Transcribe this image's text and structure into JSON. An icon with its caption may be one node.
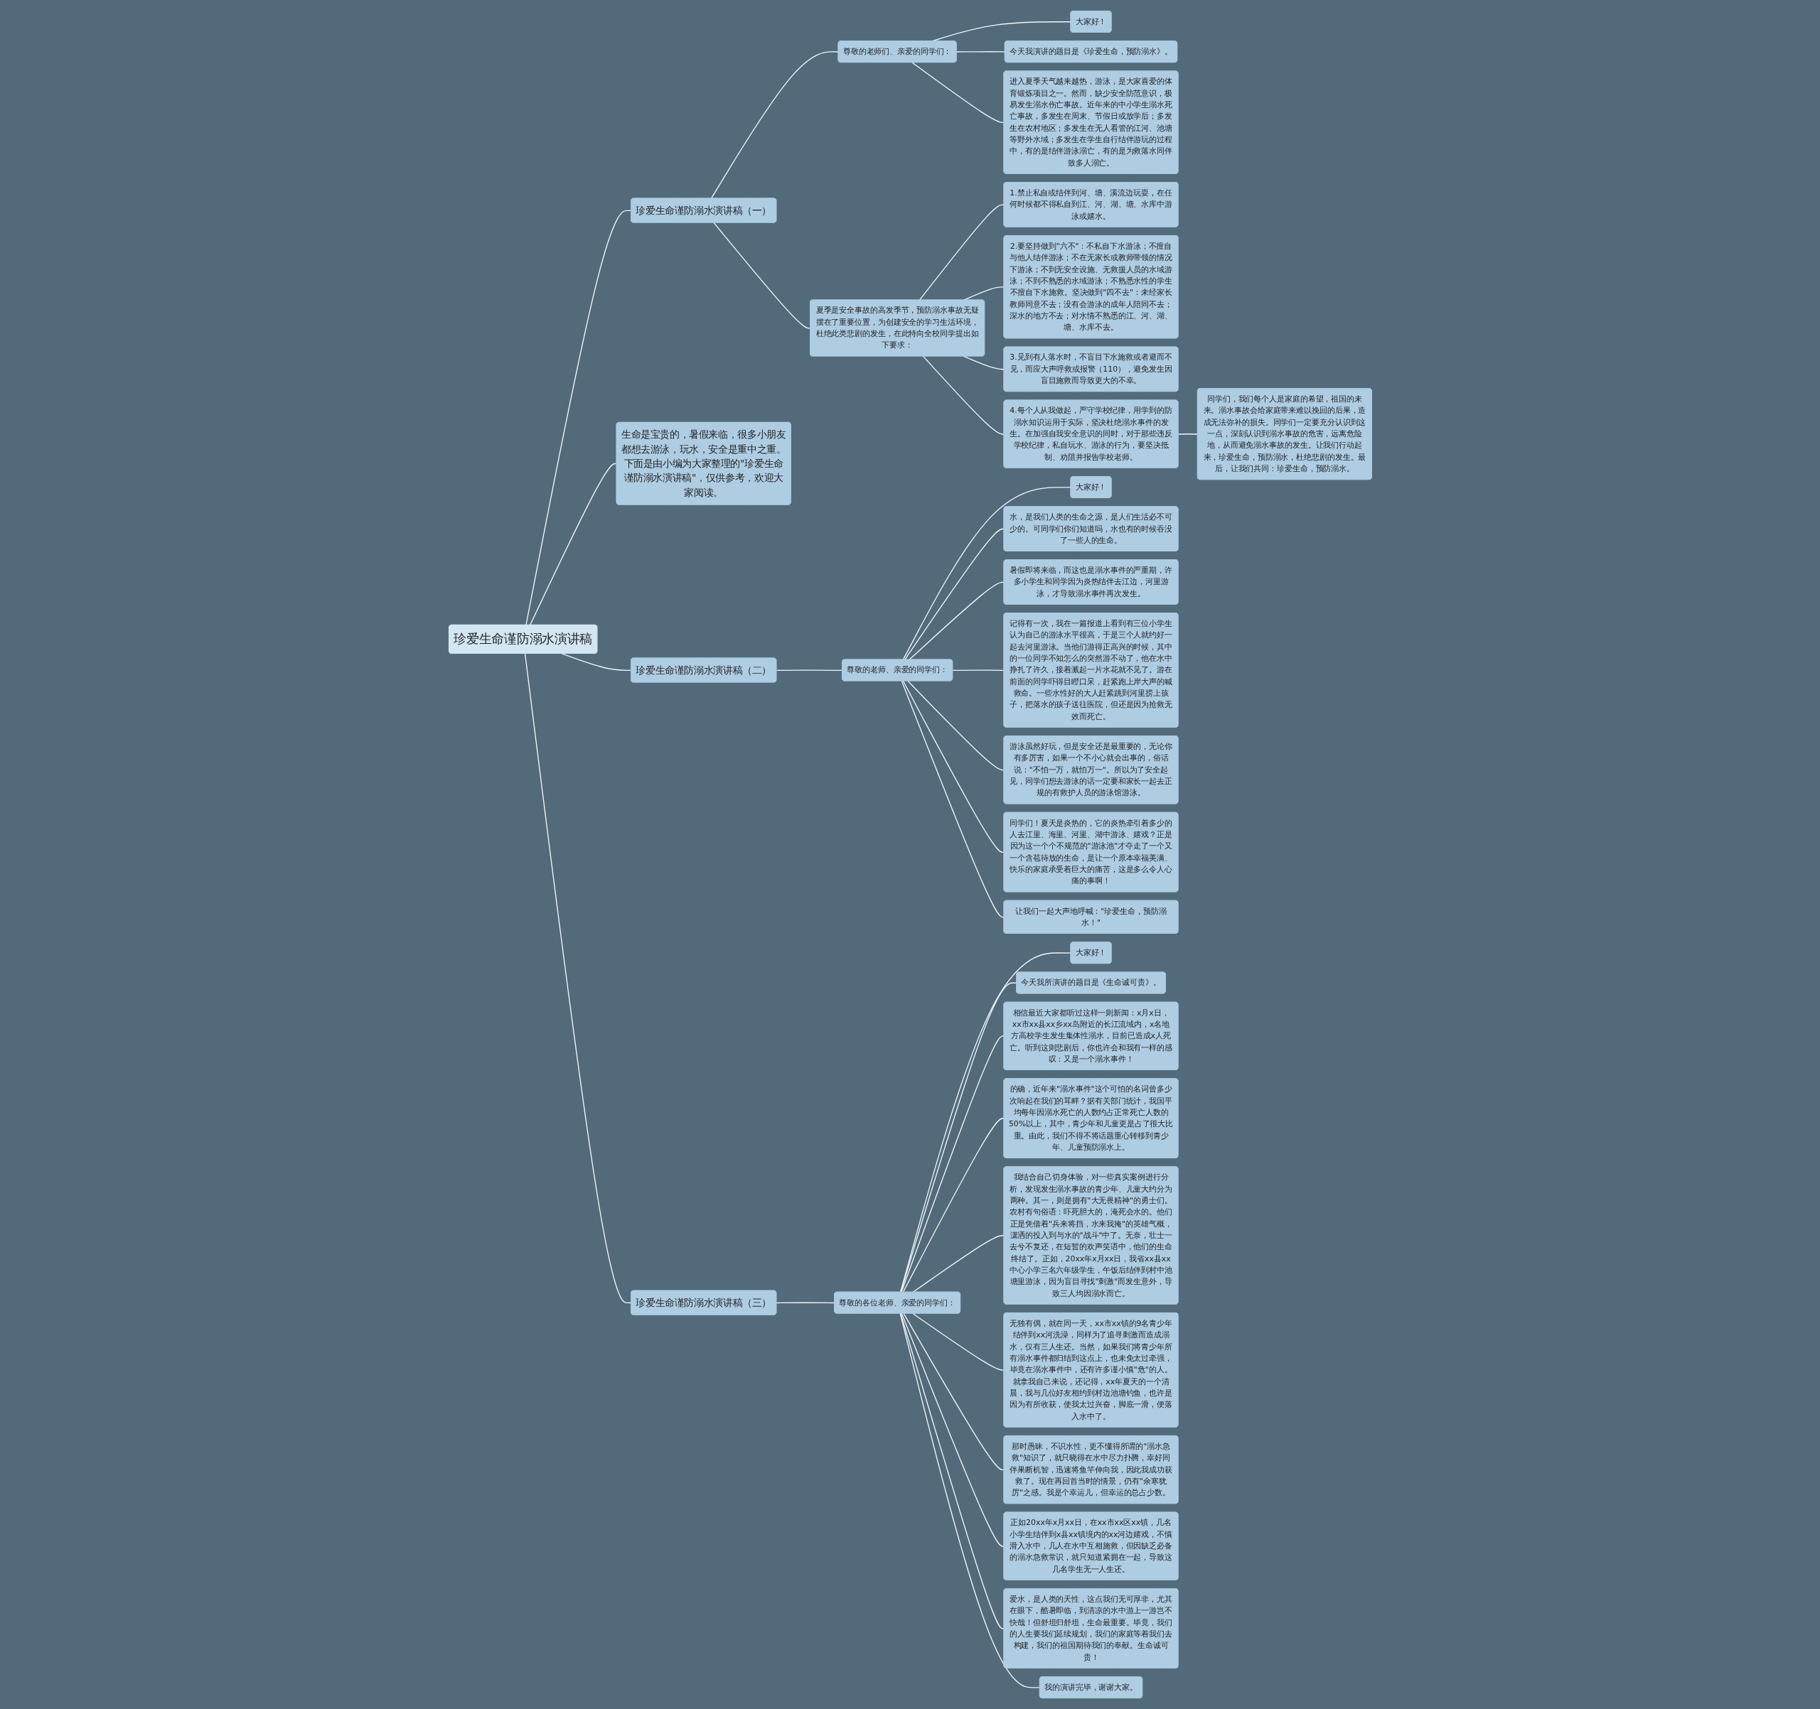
{
  "diagram": {
    "nodes": [
      {
        "text": [
          "珍爱生命谨防溺水演讲稿"
        ]
      },
      {
        "text": [
          "珍爱生命谨防溺水演讲稿（一）"
        ]
      },
      {
        "text": [
          "尊敬的老师们、亲爱的同学们："
        ]
      },
      {
        "text": [
          "大家好！"
        ]
      },
      {
        "text": [
          "今天我演讲的题目是《珍爱生命，预防溺水》。"
        ]
      },
      {
        "text": [
          "进入夏季天气越来越热，游泳，是大家喜爱的体育锻炼项目之一。然而，缺少安全防范意识，极易发生溺水伤亡事故。近年来的中小学生溺水死亡事故，多发生在周末、节假日或放学后；多发生在农村地区；多发生在无人看管的江河、池塘等野外水域；多发生在学生自行结伴游玩的过程中，有的是结伴游泳溺亡，有的是为救落水同伴致多人溺亡。"
        ]
      },
      {
        "text": [
          "夏季是安全事故的高发季节，预防溺水事故无疑摆在了重要位置，为创建安全的学习生活环境，杜绝此类悲剧的发生，在此特向全校同学提出如下要求："
        ]
      },
      {
        "text": [
          "1.禁止私自或结伴到河、塘、溪流边玩耍，在任何时候都不得私自到江、河、湖、塘、水库中游泳或嬉水。"
        ]
      },
      {
        "text": [
          "2.要坚持做到\"六不\"：不私自下水游泳；不擅自与他人结伴游泳；不在无家长或教师带领的情况下游泳；不到无安全设施、无救援人员的水域游泳；不到不熟悉的水域游泳；不熟悉水性的学生不擅自下水施救。坚决做到\"四不去\"：未经家长教师同意不去；没有会游泳的成年人陪同不去；深水的地方不去；对水情不熟悉的江、河、湖、塘、水库不去。"
        ]
      },
      {
        "text": [
          "3.见到有人落水时，不盲目下水施救或者避而不见，而应大声呼救或报警（110），避免发生因盲目施救而导致更大的不幸。"
        ]
      },
      {
        "text": [
          "4.每个人从我做起，严守学校纪律，用学到的防溺水知识运用于实际，坚决杜绝溺水事件的发生。在加强自我安全意识的同时，对于那些违反学校纪律，私自玩水、游泳的行为，要坚决抵制、劝阻并报告学校老师。"
        ]
      },
      {
        "text": [
          "同学们，我们每个人是家庭的希望，祖国的未来。溺水事故会给家庭带来难以挽回的后果，造成无法弥补的损失。同学们一定要充分认识到这一点，深刻认识到溺水事故的危害，远离危险地，从而避免溺水事故的发生。让我们行动起来，珍爱生命，预防溺水，杜绝悲剧的发生。最后，让我们共同：珍爱生命，预防溺水。"
        ]
      },
      {
        "text": [
          "生命是宝贵的，暑假来临，很多小朋友都想去游泳，玩水，安全是重中之重。下面是由小编为大家整理的\"珍爱生命谨防溺水演讲稿\"，仅供参考，欢迎大家阅读。"
        ]
      },
      {
        "text": [
          "珍爱生命谨防溺水演讲稿（二）"
        ]
      },
      {
        "text": [
          "尊敬的老师、亲爱的同学们："
        ]
      },
      {
        "text": [
          "大家好！"
        ]
      },
      {
        "text": [
          "水，是我们人类的生命之源，是人们生活必不可少的。可同学们你们知道吗，水也有的时候吞没了一些人的生命。"
        ]
      },
      {
        "text": [
          "暑假即将来临，而这也是溺水事件的严重期，许多小学生和同学因为炎热结伴去江边，河里游泳，才导致溺水事件再次发生。"
        ]
      },
      {
        "text": [
          "记得有一次，我在一篇报道上看到有三位小学生认为自己的游泳水平很高，于是三个人就约好一起去河里游泳。当他们游得正高兴的时候，其中的一位同学不知怎么的突然游不动了，他在水中挣扎了许久，接着溅起一片水花就不见了。游在前面的同学吓得目瞪口呆，赶紧跑上岸大声的喊救命。一些水性好的大人赶紧跳到河里捞上孩子，把落水的孩子送往医院，但还是因为抢救无效而死亡。"
        ]
      },
      {
        "text": [
          "游泳虽然好玩，但是安全还是最重要的，无论你有多厉害，如果一个不小心就会出事的，俗话说：\"不怕一万，就怕万一\"。所以为了安全起见，同学们想去游泳的话一定要和家长一起去正规的有救护人员的游泳馆游泳。"
        ]
      },
      {
        "text": [
          "同学们！夏天是炎热的，它的炎热牵引着多少的人去江里、海里、河里、湖中游泳、嬉戏？正是因为这一个个不规范的\"游泳池\"才夺走了一个又一个含苞待放的生命，是让一个原本幸福美满、快乐的家庭承受着巨大的痛苦，这是多么令人心痛的事啊！"
        ]
      },
      {
        "text": [
          "让我们一起大声地呼喊：\"珍爱生命，预防溺水！\""
        ]
      },
      {
        "text": [
          "珍爱生命谨防溺水演讲稿（三）"
        ]
      },
      {
        "text": [
          "尊敬的各位老师、亲爱的同学们："
        ]
      },
      {
        "text": [
          "大家好！"
        ]
      },
      {
        "text": [
          "今天我所演讲的题目是《生命诚可贵》。"
        ]
      },
      {
        "text": [
          "相信最近大家都听过这样一则新闻：x月x日，xx市xx县xx乡xx岛附近的长江流域内，x名地方高校学生发生集体性溺水，目前已造成x人死亡。听到这则悲剧后，你也许会和我有一样的感叹：又是一个溺水事件！"
        ]
      },
      {
        "text": [
          "的确，近年来\"溺水事件\"这个可怕的名词曾多少次响起在我们的耳畔？据有关部门统计，我国平均每年因溺水死亡的人数约占正常死亡人数的50%以上，其中，青少年和儿童更是占了很大比重。由此，我们不得不将话题重心转移到青少年、儿童预防溺水上。"
        ]
      },
      {
        "text": [
          "我结合自己切身体验，对一些真实案例进行分析，发现发生溺水事故的青少年、儿童大约分为两种。其一，则是拥有\"大无畏精神\"的勇士们。农村有句俗语：吓死胆大的，淹死会水的。他们正是凭借着\"兵来将挡，水来我掩\"的英雄气概，潇洒的投入到与水的\"战斗\"中了。无奈，壮士一去兮不复还，在短暂的欢声笑语中，他们的生命终结了。正如，20xx年x月xx日，我省xx县xx中心小学三名六年级学生，午饭后结伴到村中池塘里游泳，因为盲目寻找\"刺激\"而发生意外，导致三人均因溺水而亡。"
        ]
      },
      {
        "text": [
          "无独有偶，就在同一天，xx市xx镇的9名青少年结伴到xx河洗澡，同样为了追寻刺激而造成溺水，仅有三人生还。当然，如果我们将青少年所有溺水事件都归结到这点上，也未免太过牵强，毕竟在溺水事件中，还有许多谨小慎\"危\"的人。就拿我自己来说，还记得，xx年夏天的一个清晨，我与几位好友相约到村边池塘钓鱼，也许是因为有所收获，使我太过兴奋，脚底一滑，便落入水中了。"
        ]
      },
      {
        "text": [
          "那时愚昧，不识水性，更不懂得所谓的\"溺水急救\"知识了，就只晓得在水中尽力扑腾，幸好同伴果断机智，迅速将鱼竿伸向我，因此我成功获救了。现在再回首当时的情景，仍有\"余寒犹厉\"之感。我是个幸运儿，但幸运的总占少数。"
        ]
      },
      {
        "text": [
          "正如20xx年x月xx日，在xx市xx区xx镇，几名小学生结伴到x县xx镇境内的xx河边嬉戏，不慎滑入水中，几人在水中互相施救，但因缺乏必备的溺水急救常识，就只知道紧拥在一起，导致这几名学生无一人生还。"
        ]
      },
      {
        "text": [
          "爱水，是人类的天性，这点我们无可厚非，尤其在眼下，酷暑即临，到清凉的水中游上一游岂不快哉！但舒坦归舒坦，生命最重要。毕竟，我们的人生要我们延续规划，我们的家庭等着我们去构建，我们的祖国期待我们的奉献。生命诚可贵！"
        ]
      },
      {
        "text": [
          "我的演讲完毕，谢谢大家。"
        ]
      }
    ],
    "edges": [
      {
        "from": 0,
        "to": 1,
        "arrow": "none"
      },
      {
        "from": 1,
        "to": 2,
        "arrow": "none"
      },
      {
        "from": 2,
        "to": 3,
        "arrow": "none"
      },
      {
        "from": 2,
        "to": 4,
        "arrow": "none"
      },
      {
        "from": 2,
        "to": 5,
        "arrow": "none"
      },
      {
        "from": 1,
        "to": 6,
        "arrow": "none"
      },
      {
        "from": 6,
        "to": 7,
        "arrow": "none"
      },
      {
        "from": 6,
        "to": 8,
        "arrow": "none"
      },
      {
        "from": 6,
        "to": 9,
        "arrow": "none"
      },
      {
        "from": 6,
        "to": 10,
        "arrow": "none"
      },
      {
        "from": 10,
        "to": 11,
        "arrow": "none"
      },
      {
        "from": 0,
        "to": 12,
        "arrow": "none"
      },
      {
        "from": 0,
        "to": 13,
        "arrow": "none"
      },
      {
        "from": 13,
        "to": 14,
        "arrow": "none"
      },
      {
        "from": 14,
        "to": 15,
        "arrow": "none"
      },
      {
        "from": 14,
        "to": 16,
        "arrow": "none"
      },
      {
        "from": 14,
        "to": 17,
        "arrow": "none"
      },
      {
        "from": 14,
        "to": 18,
        "arrow": "none"
      },
      {
        "from": 14,
        "to": 19,
        "arrow": "none"
      },
      {
        "from": 14,
        "to": 20,
        "arrow": "none"
      },
      {
        "from": 14,
        "to": 21,
        "arrow": "none"
      },
      {
        "from": 0,
        "to": 22,
        "arrow": "none"
      },
      {
        "from": 22,
        "to": 23,
        "arrow": "none"
      },
      {
        "from": 23,
        "to": 24,
        "arrow": "none"
      },
      {
        "from": 23,
        "to": 25,
        "arrow": "none"
      },
      {
        "from": 23,
        "to": 26,
        "arrow": "none"
      },
      {
        "from": 23,
        "to": 27,
        "arrow": "none"
      },
      {
        "from": 23,
        "to": 28,
        "arrow": "none"
      },
      {
        "from": 23,
        "to": 29,
        "arrow": "none"
      },
      {
        "from": 23,
        "to": 30,
        "arrow": "none"
      },
      {
        "from": 23,
        "to": 31,
        "arrow": "none"
      },
      {
        "from": 23,
        "to": 32,
        "arrow": "none"
      },
      {
        "from": 23,
        "to": 33,
        "arrow": "none"
      }
    ]
  }
}
